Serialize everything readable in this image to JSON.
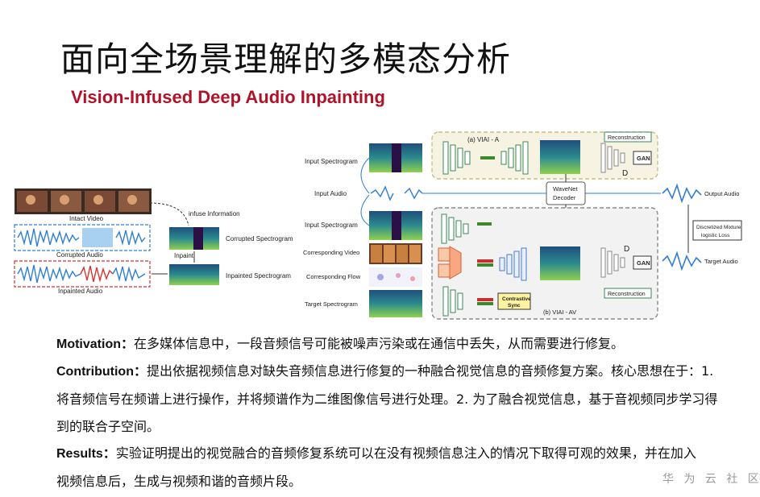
{
  "title": "面向全场景理解的多模态分析",
  "subtitle": "Vision-Infused Deep Audio Inpainting",
  "left_figure": {
    "intact_video": "Intact Video",
    "corrupted_audio": "Corrupted Audio",
    "inpainted_audio": "Inpainted Audio",
    "infuse_information": "infuse Information",
    "corrupted_spectrogram": "Corrupted Spectrogram",
    "inpaint": "Inpaint",
    "inpainted_spectrogram": "Inpainted Spectrogram"
  },
  "right_figure": {
    "input_spectrogram_1": "Input Spectrogram",
    "input_audio": "Input Audio",
    "input_spectrogram_2": "Input Spectrogram",
    "corresponding_video": "Corresponding Video",
    "corresponding_flow": "Corresponding Flow",
    "target_spectrogram": "Target Spectrogram",
    "viai_a": "(a) VIAI - A",
    "viai_av": "(b) VIAI - AV",
    "reconstruction_1": "Reconstruction",
    "reconstruction_2": "Reconstruction",
    "gan_1": "GAN",
    "gan_2": "GAN",
    "wavenet": "WaveNet",
    "decoder": "Decoder",
    "output_audio": "Output Audio",
    "target_audio": "Target Audio",
    "discretized_1": "Discretized Mixture",
    "discretized_2": "logistic Loss",
    "contrastive_1": "Contrastive",
    "contrastive_2": "Sync",
    "d_1": "D",
    "d_2": "D"
  },
  "paragraphs": {
    "motivation_label": "Motivation：",
    "motivation_text": "在多媒体信息中，一段音频信号可能被噪声污染或在通信中丢失，从而需要进行修复。",
    "contribution_label": "Contribution：",
    "contribution_text": "提出依据视频信息对缺失音频信息进行修复的一种融合视觉信息的音频修复方案。核心思想在于：1. 将音频信号在频谱上进行操作，并将频谱作为二维图像信号进行处理。2. 为了融合视觉信息，基于音视频同步学习得到的联合子空间。",
    "results_label": "Results：",
    "results_text": "实验证明提出的视觉融合的音频修复系统可以在没有视频信息注入的情况下取得可观的效果，并在加入视频信息后，生成与视频和谐的音频片段。"
  },
  "watermark": "华 为 云 社 区",
  "colors": {
    "subtitle": "#b0122a",
    "viai_a_box": "#c8c080",
    "viai_av_box": "#8a8a8a",
    "wave_blue": "#2f7ed8",
    "wave_red": "#d8322f",
    "spectrogram_bg": "#2b6f8e",
    "spectrogram_hi": "#8fd14f"
  }
}
